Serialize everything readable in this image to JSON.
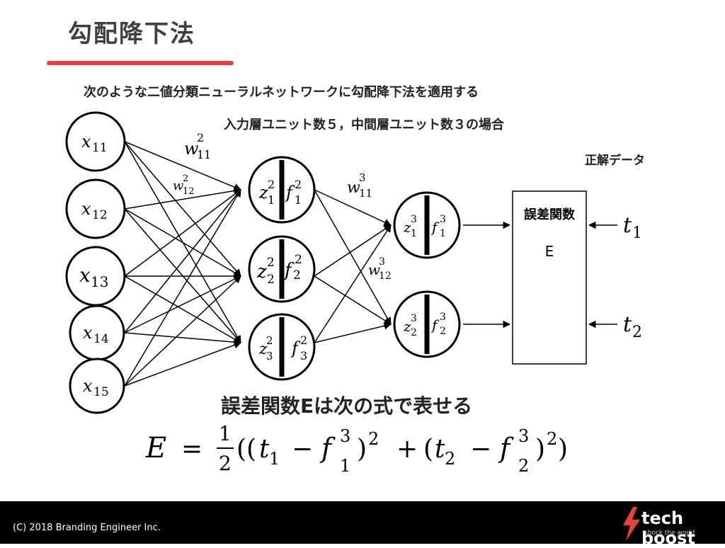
{
  "slide": {
    "title": "勾配降下法",
    "intro": "次のような二値分類ニューラルネットワークに勾配降下法を適用する",
    "condition": "入力層ユニット数５，中間層ユニット数３の場合",
    "teacher_label": "正解データ",
    "loss_box_title": "誤差関数",
    "loss_box_symbol": "E",
    "expression_label": "誤差関数Eは次の式で表せる"
  },
  "network": {
    "inputs": [
      {
        "base": "x",
        "sub": "11"
      },
      {
        "base": "x",
        "sub": "12"
      },
      {
        "base": "x",
        "sub": "13"
      },
      {
        "base": "x",
        "sub": "14"
      },
      {
        "base": "x",
        "sub": "15"
      }
    ],
    "hidden": [
      {
        "z": "z",
        "zsup": "2",
        "zsub": "1",
        "f": "f",
        "fsup": "2",
        "fsub": "1"
      },
      {
        "z": "z",
        "zsup": "2",
        "zsub": "2",
        "f": "f",
        "fsup": "2",
        "fsub": "2"
      },
      {
        "z": "z",
        "zsup": "2",
        "zsub": "3",
        "f": "f",
        "fsup": "2",
        "fsub": "3"
      }
    ],
    "outputs": [
      {
        "z": "z",
        "zsup": "3",
        "zsub": "1",
        "f": "f",
        "fsup": "3",
        "fsub": "1"
      },
      {
        "z": "z",
        "zsup": "3",
        "zsub": "2",
        "f": "f",
        "fsup": "3",
        "fsub": "2"
      }
    ],
    "weights": [
      {
        "base": "w",
        "sup": "2",
        "sub": "11"
      },
      {
        "base": "w",
        "sup": "2",
        "sub": "12"
      },
      {
        "base": "w",
        "sup": "3",
        "sub": "11"
      },
      {
        "base": "w",
        "sup": "3",
        "sub": "12"
      }
    ],
    "targets": [
      {
        "base": "t",
        "sub": "1"
      },
      {
        "base": "t",
        "sub": "2"
      }
    ]
  },
  "formula": {
    "lhs": "E",
    "eq": "=",
    "frac_num": "1",
    "frac_den": "2",
    "open": "((",
    "t1": "t",
    "t1sub": "1",
    "minus1": "−",
    "f1": "f",
    "f1sup": "3",
    "f1sub": "1",
    "close1": ")",
    "pow1": "2",
    "plus": "+",
    "open2": "(",
    "t2": "t",
    "t2sub": "2",
    "minus2": "−",
    "f2": "f",
    "f2sup": "3",
    "f2sub": "2",
    "close2": ")",
    "pow2": "2",
    "close3": ")"
  },
  "footer": {
    "copyright": "(C) 2018 Branding Engineer Inc.",
    "logo": "tech boost",
    "tagline": "shock the world"
  },
  "colors": {
    "accent": "#e8403a",
    "footer_bg": "#000000"
  }
}
